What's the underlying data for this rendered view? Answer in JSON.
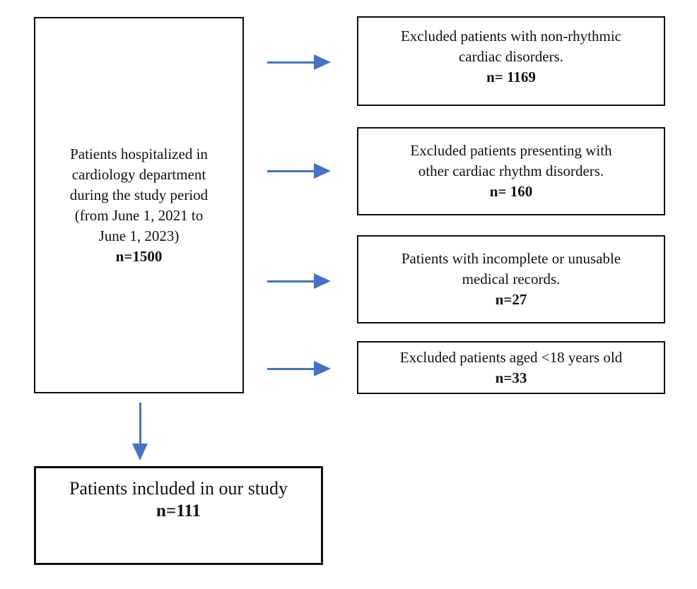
{
  "diagram": {
    "type": "patient-selection-flowchart",
    "colors": {
      "arrow": "#4472C4",
      "box_border": "#0d0d0d",
      "background": "#ffffff",
      "text": "#111111"
    },
    "main_box": {
      "lines": [
        "Patients hospitalized in",
        "cardiology department",
        "during the study period",
        "(from June 1, 2021 to",
        "June 1, 2023)"
      ],
      "count": "n=1500"
    },
    "exclusion_boxes": [
      {
        "lines": [
          "Excluded patients with non-rhythmic",
          "cardiac disorders."
        ],
        "count": "n= 1169"
      },
      {
        "lines": [
          "Excluded patients presenting with",
          "other cardiac rhythm disorders."
        ],
        "count": "n= 160"
      },
      {
        "lines": [
          "Patients with incomplete or unusable",
          "medical records."
        ],
        "count": "n=27"
      },
      {
        "lines": [
          "Excluded patients aged <18 years old"
        ],
        "count": "n=33"
      }
    ],
    "result_box": {
      "lines": [
        "Patients included in our study"
      ],
      "count": "n=111"
    }
  }
}
